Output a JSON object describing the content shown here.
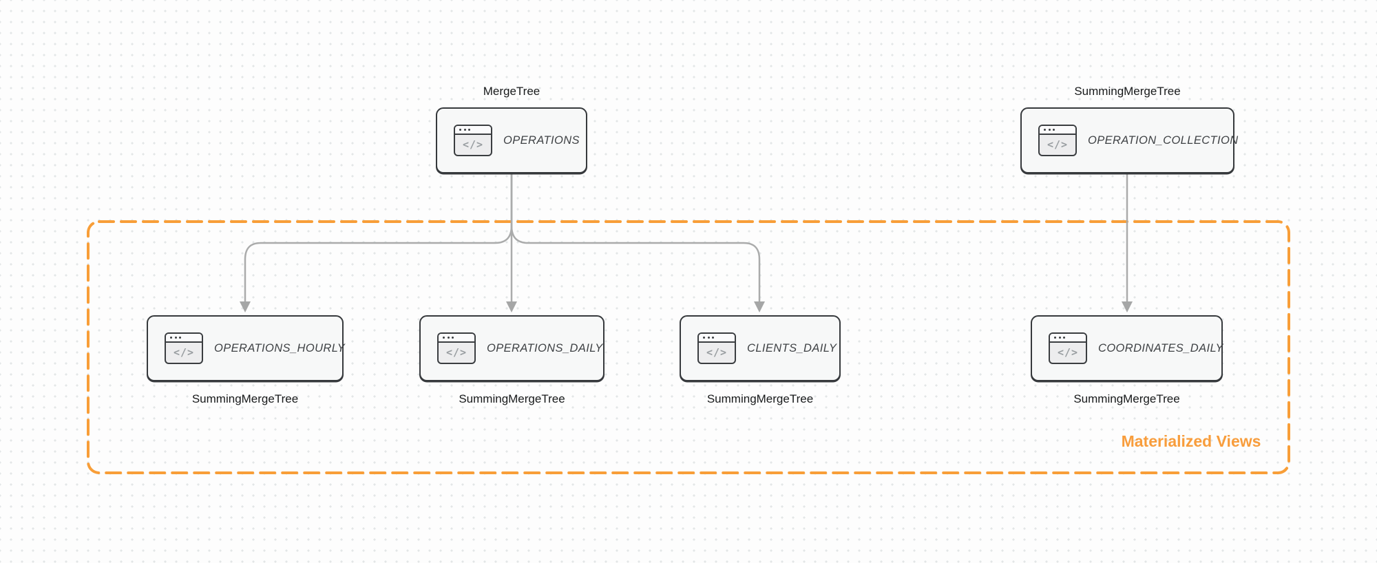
{
  "diagram": {
    "icon_glyph": "</>",
    "nodes": [
      {
        "id": "operations",
        "title": "OPERATIONS",
        "engine": "MergeTree",
        "engine_position": "above"
      },
      {
        "id": "operation_collection",
        "title": "OPERATION_COLLECTION",
        "engine": "SummingMergeTree",
        "engine_position": "above"
      },
      {
        "id": "operations_hourly",
        "title": "OPERATIONS_HOURLY",
        "engine": "SummingMergeTree",
        "engine_position": "below"
      },
      {
        "id": "operations_daily",
        "title": "OPERATIONS_DAILY",
        "engine": "SummingMergeTree",
        "engine_position": "below"
      },
      {
        "id": "clients_daily",
        "title": "CLIENTS_DAILY",
        "engine": "SummingMergeTree",
        "engine_position": "below"
      },
      {
        "id": "coordinates_daily",
        "title": "COORDINATES_DAILY",
        "engine": "SummingMergeTree",
        "engine_position": "below"
      }
    ],
    "edges": [
      {
        "from": "operations",
        "to": "operations_hourly"
      },
      {
        "from": "operations",
        "to": "operations_daily"
      },
      {
        "from": "operations",
        "to": "clients_daily"
      },
      {
        "from": "operation_collection",
        "to": "coordinates_daily"
      }
    ],
    "group": {
      "label": "Materialized Views",
      "members": [
        "operations_hourly",
        "operations_daily",
        "clients_daily",
        "coordinates_daily"
      ]
    },
    "colors": {
      "accent_orange": "#F89E38",
      "arrow_gray": "#AAABAB",
      "node_border": "#36393C",
      "node_background": "#F7F8F8",
      "dot_grid": "#E3E6E7"
    }
  }
}
